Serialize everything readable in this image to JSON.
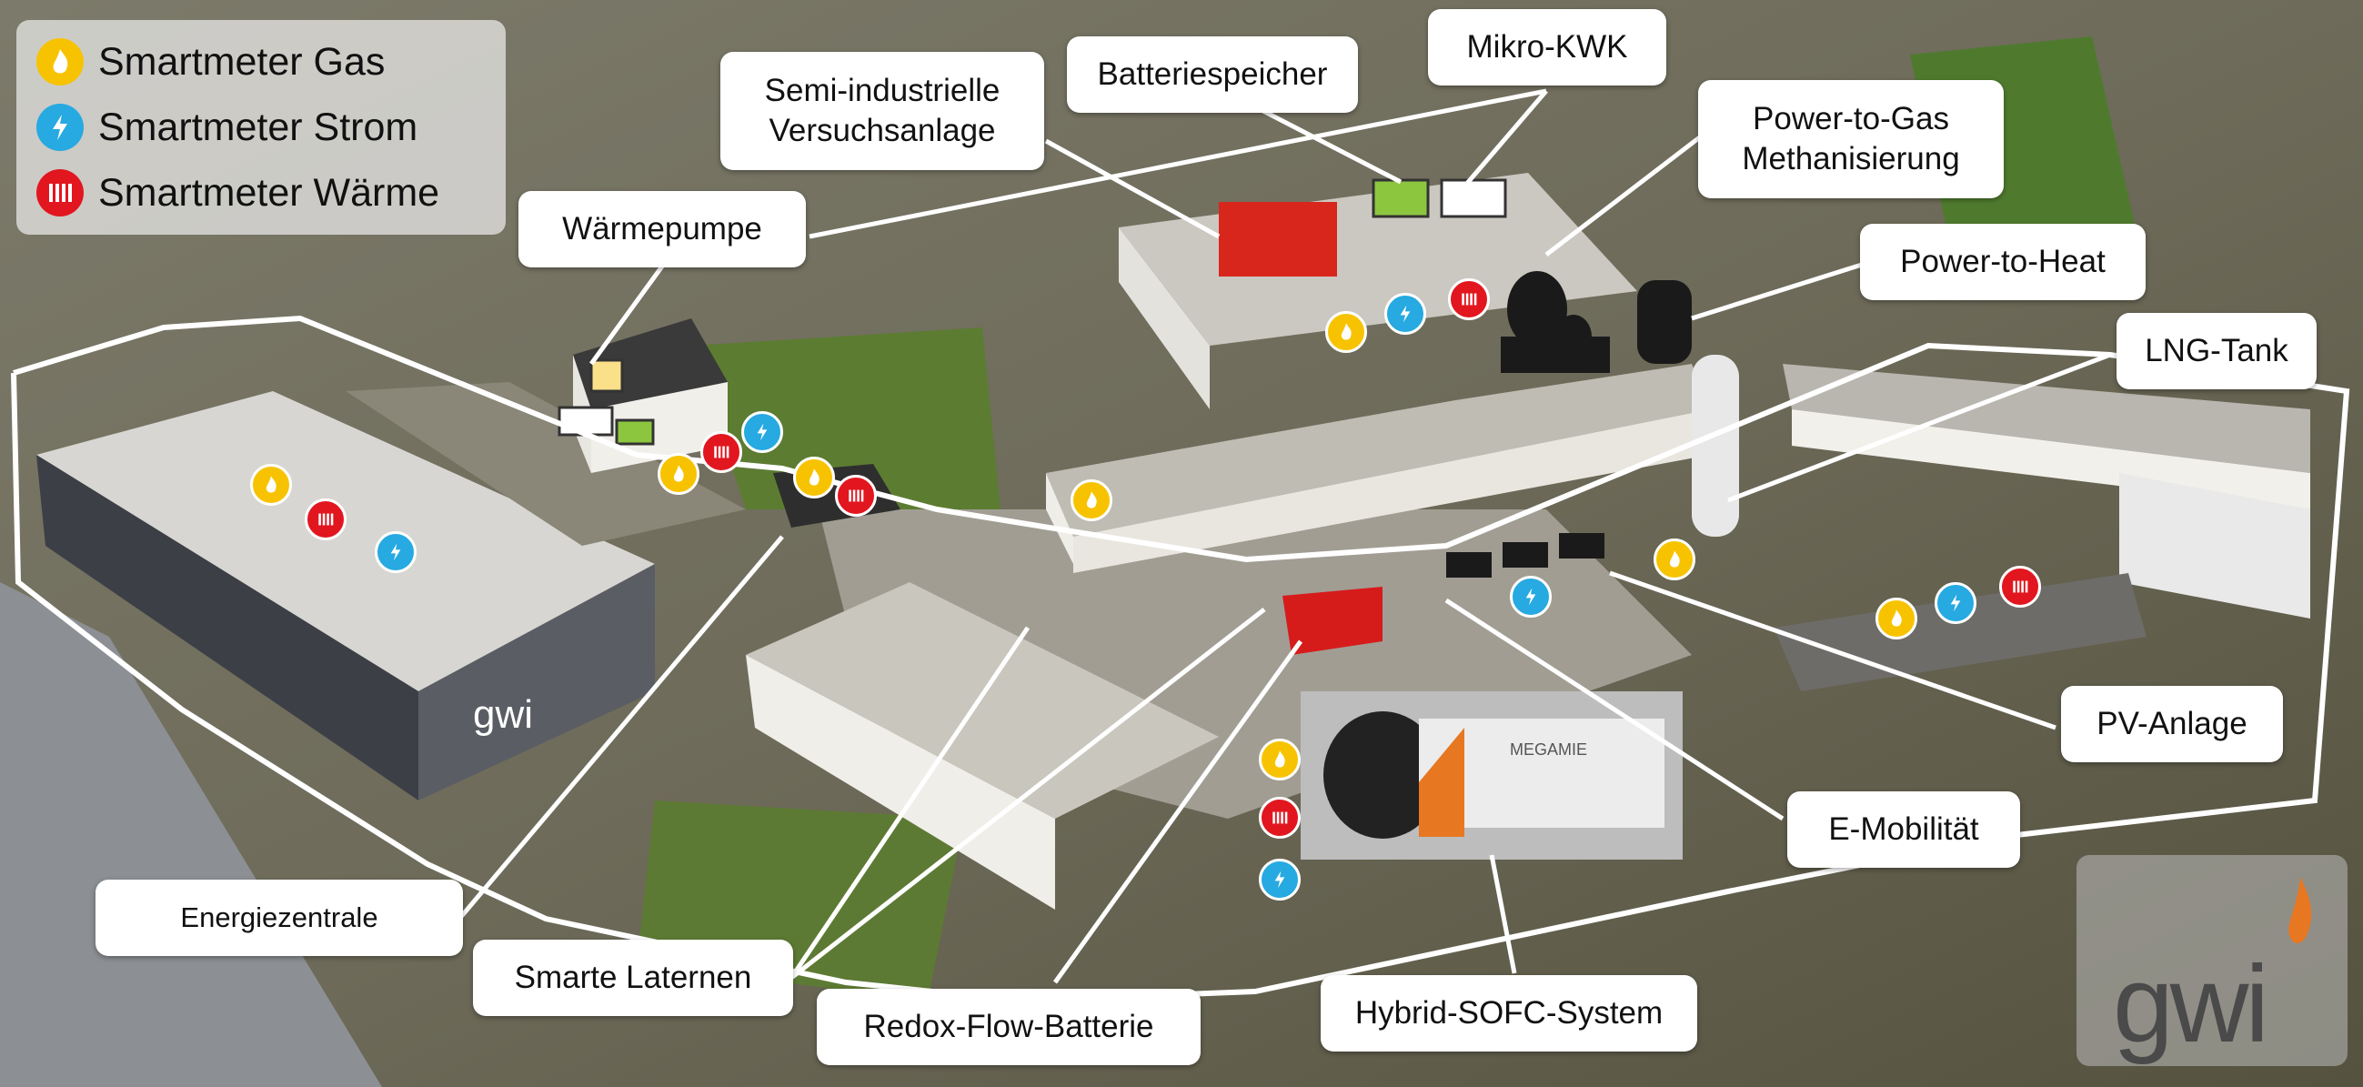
{
  "legend": {
    "items": [
      {
        "label": "Smartmeter Gas",
        "color": "#f7c300",
        "icon": "flame-icon"
      },
      {
        "label": "Smartmeter Strom",
        "color": "#27a9e1",
        "icon": "lightning-icon"
      },
      {
        "label": "Smartmeter Wärme",
        "color": "#e2161f",
        "icon": "heat-icon"
      }
    ]
  },
  "labels": {
    "waermepumpe": "Wärmepumpe",
    "semi_line1": "Semi-industrielle",
    "semi_line2": "Versuchsanlage",
    "batteriespeicher": "Batteriespeicher",
    "mikro_kwk": "Mikro-KWK",
    "ptg_line1": "Power-to-Gas",
    "ptg_line2": "Methanisierung",
    "power_to_heat": "Power-to-Heat",
    "lng_tank": "LNG-Tank",
    "pv_anlage": "PV-Anlage",
    "e_mobilitaet": "E-Mobilität",
    "energiezentrale": "Energiezentrale",
    "smarte_laternen": "Smarte Laternen",
    "redox": "Redox-Flow-Batterie",
    "sofc": "Hybrid-SOFC-System"
  },
  "sofc_unit_brand": "MEGAMIE",
  "logo": {
    "text": "gwi",
    "brand_color": "#e87722"
  },
  "building_sign": "gwi",
  "colors": {
    "gas": "#f7c300",
    "strom": "#27a9e1",
    "waerme": "#e2161f"
  }
}
